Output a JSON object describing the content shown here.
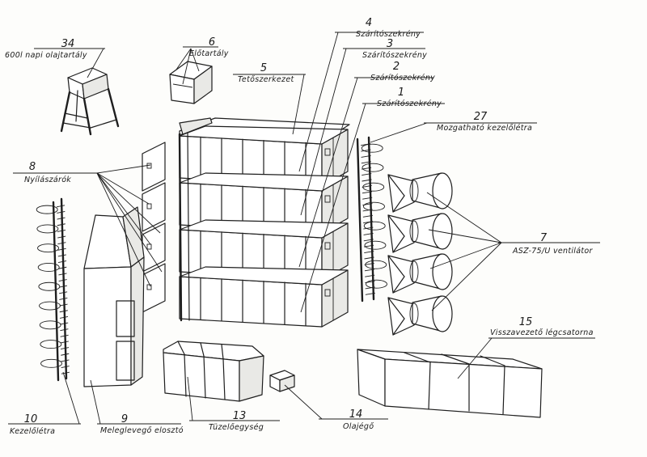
{
  "diagram": {
    "labels": [
      {
        "id": "oil-tank-daily",
        "number": "34",
        "text": "600l napi olajtartály"
      },
      {
        "id": "pre-tank",
        "number": "6",
        "text": "Előtartály"
      },
      {
        "id": "roof-structure",
        "number": "5",
        "text": "Tetőszerkezet"
      },
      {
        "id": "dryer-cabinet-4",
        "number": "4",
        "text": "Szárítószekrény"
      },
      {
        "id": "dryer-cabinet-3",
        "number": "3",
        "text": "Szárítószekrény"
      },
      {
        "id": "dryer-cabinet-2",
        "number": "2",
        "text": "Szárítószekrény"
      },
      {
        "id": "dryer-cabinet-1",
        "number": "1",
        "text": "Szárítószekrény"
      },
      {
        "id": "movable-ladder",
        "number": "27",
        "text": "Mozgatható kezelőlétra"
      },
      {
        "id": "openings",
        "number": "8",
        "text": "Nyílászárók"
      },
      {
        "id": "fan",
        "number": "7",
        "text": "ASZ-75/U ventilátor"
      },
      {
        "id": "return-air-duct",
        "number": "15",
        "text": "Visszavezető légcsatorna"
      },
      {
        "id": "operator-ladder",
        "number": "10",
        "text": "Kezelőlétra"
      },
      {
        "id": "warm-air-distributor",
        "number": "9",
        "text": "Meleglevegő elosztó"
      },
      {
        "id": "firing-unit",
        "number": "13",
        "text": "Tüzelőegység"
      },
      {
        "id": "oil-burner",
        "number": "14",
        "text": "Olajégő"
      }
    ]
  }
}
